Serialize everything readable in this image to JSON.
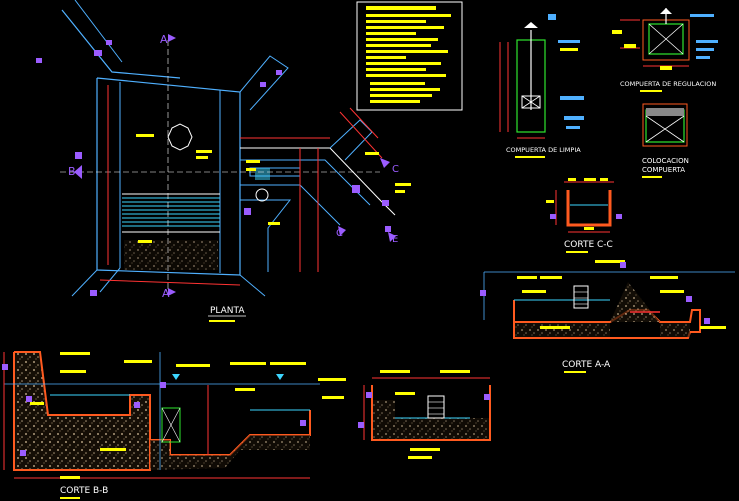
{
  "colors": {
    "background": "#000000",
    "structure": "#ff5a1f",
    "concrete": "#d9c09a",
    "outline": "#4fb0ff",
    "dim": "#ff3333",
    "text": "#ffff00",
    "tag": "#9b5cff",
    "water": "#3dd6ff",
    "green": "#2ee62e",
    "white": "#ffffff"
  },
  "labels": {
    "planta": "PLANTA",
    "corte_bb": "CORTE B-B",
    "corte_aa": "CORTE A-A",
    "corte_cc": "CORTE C-C",
    "compuerta_limpia": "COMPUERTA DE LIMPIA",
    "compuerta_regulacion": "COMPUERTA DE REGULACION",
    "colocacion_compuerta_1": "COLOCACION",
    "colocacion_compuerta_2": "COMPUERTA",
    "section_a_top": "A",
    "section_a_bottom": "A",
    "section_b": "B",
    "section_c_top": "C",
    "section_c_bottom": "C",
    "section_e": "E"
  },
  "icons": [
    "section-marker-icon",
    "manhole-icon",
    "gate-icon",
    "grate-icon"
  ]
}
